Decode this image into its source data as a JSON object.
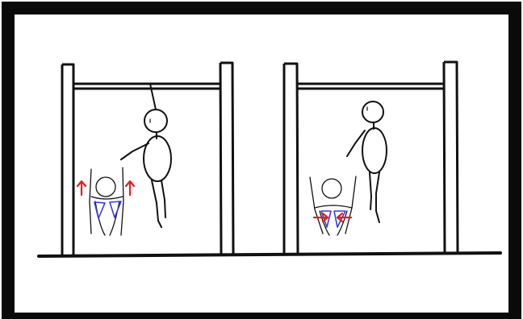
{
  "panels": [
    {
      "id": "left",
      "scapula_arrow_direction": "up",
      "scapula_color": "#3b3bd6",
      "arrow_color": "#e02020"
    },
    {
      "id": "right",
      "scapula_arrow_direction": "inward",
      "scapula_color": "#3b3bd6",
      "arrow_color": "#e02020"
    }
  ],
  "colors": {
    "frame": "#0a0a0a",
    "ink": "#111111",
    "scapula": "#3b3bd6",
    "arrow": "#e02020",
    "background": "#ffffff"
  }
}
